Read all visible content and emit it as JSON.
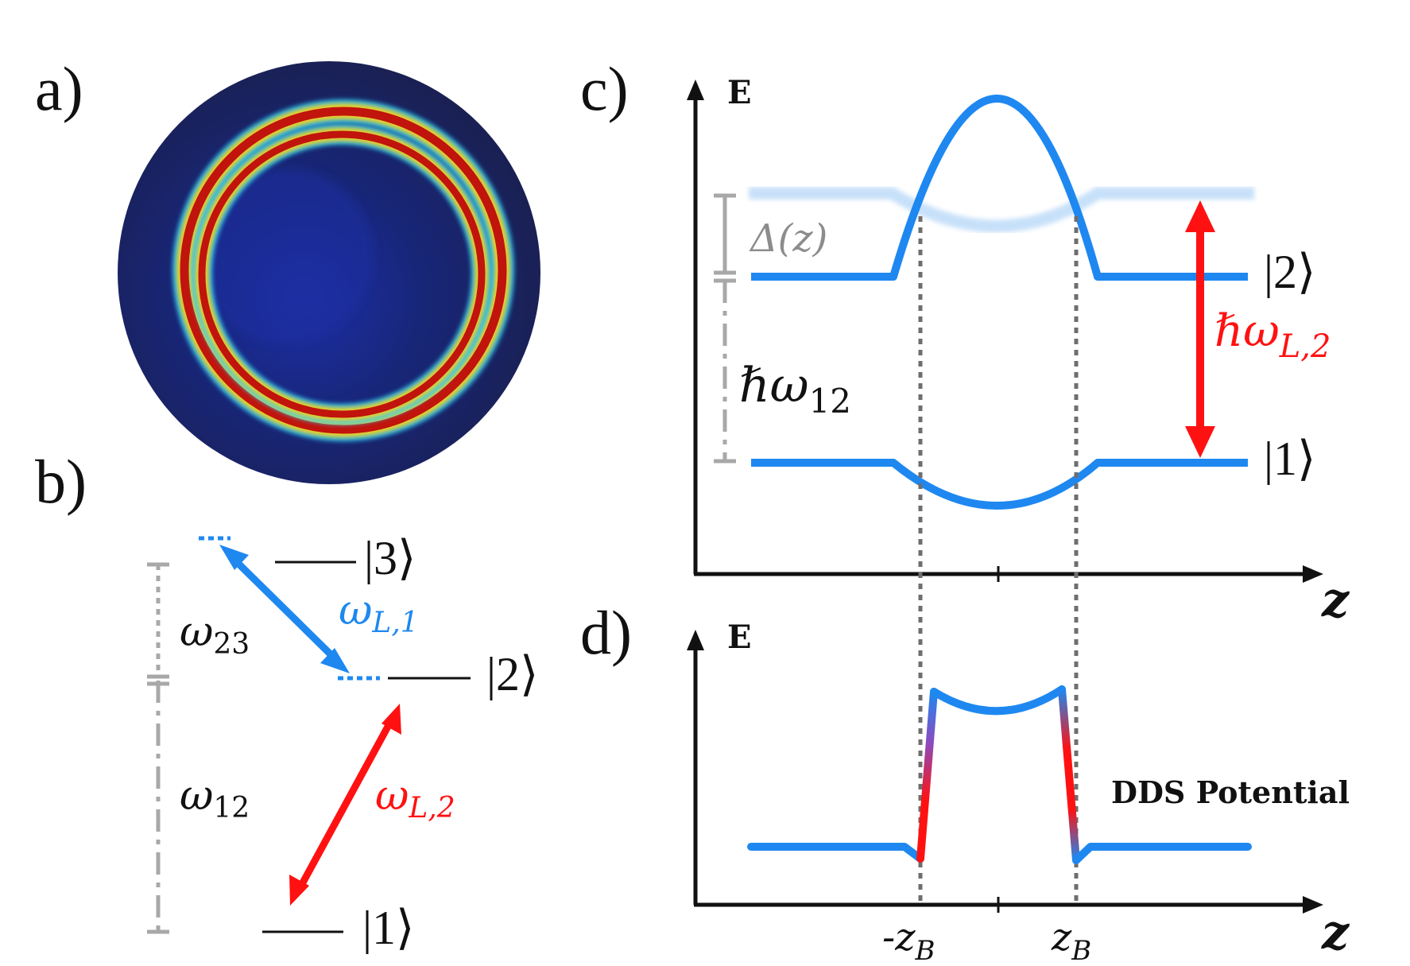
{
  "panels": {
    "a": {
      "label": "a)"
    },
    "b": {
      "label": "b)",
      "levels": {
        "l3": "|3⟩",
        "l2": "|2⟩",
        "l1": "|1⟩"
      },
      "omega_23": {
        "base": "ω",
        "sub": "23"
      },
      "omega_12": {
        "base": "ω",
        "sub": "12"
      },
      "omega_L1": {
        "base": "ω",
        "sub": "L,1"
      },
      "omega_L2": {
        "base": "ω",
        "sub": "L,2"
      }
    },
    "c": {
      "label": "c)",
      "axis_y": "E",
      "axis_x": "z",
      "delta_label": "Δ(z)",
      "hbar_omega12": {
        "base": "ℏω",
        "sub": "12"
      },
      "hbar_omegaL2": {
        "base": "ℏω",
        "sub": "L,2"
      },
      "levels": {
        "l2": "|2⟩",
        "l1": "|1⟩"
      }
    },
    "d": {
      "label": "d)",
      "axis_y": "E",
      "axis_x": "z",
      "curve_label": "DDS Potential",
      "tick_neg": {
        "base": "-z",
        "sub": "B"
      },
      "tick_pos": {
        "base": "z",
        "sub": "B"
      }
    }
  },
  "colors": {
    "blue": "#1e88f0",
    "red": "#ff1111",
    "gray": "#a8a8a8",
    "dotted": "#6e6e6e",
    "black": "#111111"
  }
}
